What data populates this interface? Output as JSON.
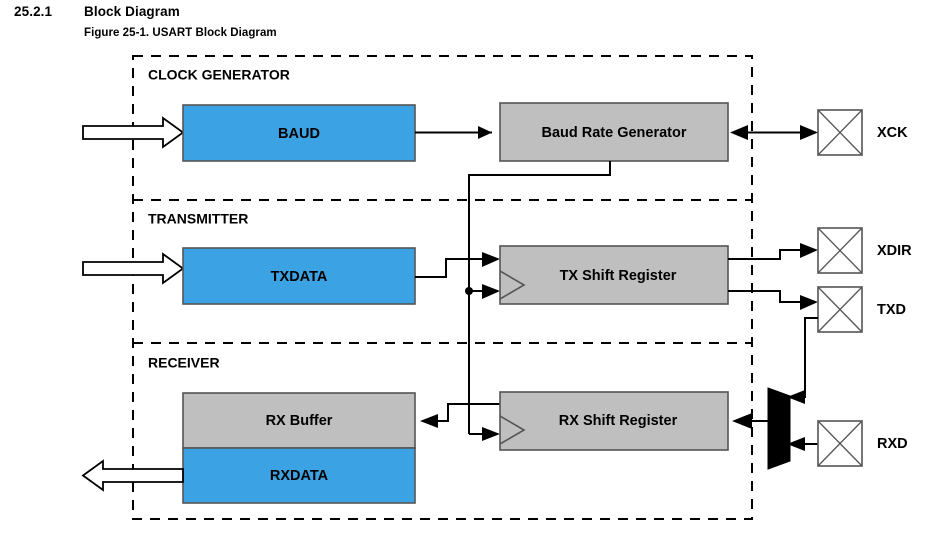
{
  "header": {
    "section_number": "25.2.1",
    "section_title": "Block Diagram",
    "figure_caption": "Figure 25-1.  USART Block Diagram"
  },
  "colors": {
    "register_blue": "#3BA3E3",
    "hardware_gray": "#BFBFBF",
    "mux_black": "#000000",
    "line_black": "#000000",
    "page_background": "#FFFFFF"
  },
  "diagram": {
    "title": "USART Block Diagram",
    "sections": [
      {
        "id": "clock-generator",
        "label": "CLOCK GENERATOR"
      },
      {
        "id": "transmitter",
        "label": "TRANSMITTER"
      },
      {
        "id": "receiver",
        "label": "RECEIVER"
      }
    ],
    "blocks": [
      {
        "id": "baud",
        "label": "BAUD",
        "fill": "blue",
        "section": "clock-generator"
      },
      {
        "id": "baud-rate-generator",
        "label": "Baud Rate Generator",
        "fill": "gray",
        "section": "clock-generator"
      },
      {
        "id": "txdata",
        "label": "TXDATA",
        "fill": "blue",
        "section": "transmitter"
      },
      {
        "id": "tx-shift-register",
        "label": "TX Shift Register",
        "fill": "gray",
        "section": "transmitter"
      },
      {
        "id": "rx-buffer",
        "label": "RX Buffer",
        "fill": "gray",
        "section": "receiver"
      },
      {
        "id": "rxdata",
        "label": "RXDATA",
        "fill": "blue",
        "section": "receiver"
      },
      {
        "id": "rx-shift-register",
        "label": "RX Shift Register",
        "fill": "gray",
        "section": "receiver"
      }
    ],
    "multiplexer": {
      "id": "rx-input-mux",
      "label": "",
      "fill": "black"
    },
    "pins": [
      {
        "id": "xck",
        "label": "XCK",
        "direction": "bidirectional"
      },
      {
        "id": "xdir",
        "label": "XDIR",
        "direction": "output"
      },
      {
        "id": "txd",
        "label": "TXD",
        "direction": "output"
      },
      {
        "id": "rxd",
        "label": "RXD",
        "direction": "input"
      }
    ],
    "bus_ports": [
      {
        "id": "baud-bus-in",
        "direction": "in",
        "target": "baud"
      },
      {
        "id": "txdata-bus-in",
        "direction": "in",
        "target": "txdata"
      },
      {
        "id": "rxdata-bus-out",
        "direction": "out",
        "target": "rxdata"
      }
    ]
  }
}
